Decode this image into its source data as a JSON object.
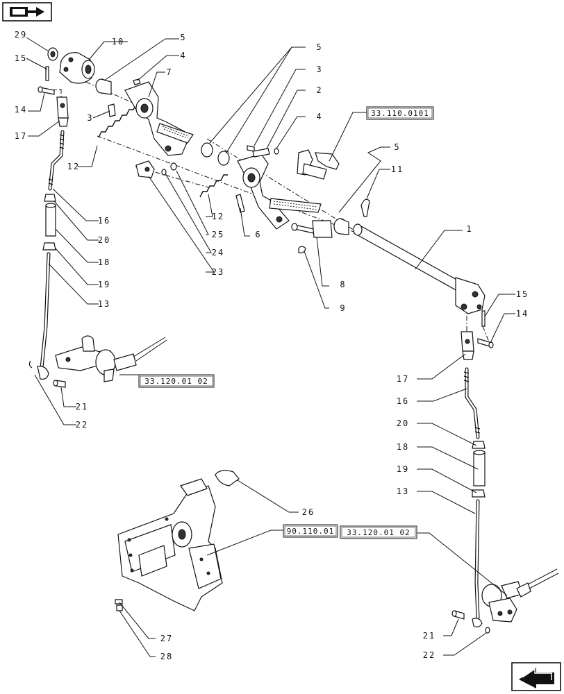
{
  "callouts": [
    {
      "id": "c29",
      "label": "29"
    },
    {
      "id": "c10",
      "label": "10"
    },
    {
      "id": "c5a",
      "label": "5"
    },
    {
      "id": "c4a",
      "label": "4"
    },
    {
      "id": "c15a",
      "label": "15"
    },
    {
      "id": "c7",
      "label": "7"
    },
    {
      "id": "c3a",
      "label": "3"
    },
    {
      "id": "c14a",
      "label": "14"
    },
    {
      "id": "c17a",
      "label": "17"
    },
    {
      "id": "c12a",
      "label": "12"
    },
    {
      "id": "c5b",
      "label": "5"
    },
    {
      "id": "c3b",
      "label": "3"
    },
    {
      "id": "c2",
      "label": "2"
    },
    {
      "id": "c4b",
      "label": "4"
    },
    {
      "id": "c5c",
      "label": "5"
    },
    {
      "id": "c11",
      "label": "11"
    },
    {
      "id": "c12b",
      "label": "12"
    },
    {
      "id": "c25",
      "label": "25"
    },
    {
      "id": "c24",
      "label": "24"
    },
    {
      "id": "c23",
      "label": "23"
    },
    {
      "id": "c6",
      "label": "6"
    },
    {
      "id": "c8",
      "label": "8"
    },
    {
      "id": "c9",
      "label": "9"
    },
    {
      "id": "c1",
      "label": "1"
    },
    {
      "id": "c16a",
      "label": "16"
    },
    {
      "id": "c20a",
      "label": "20"
    },
    {
      "id": "c18a",
      "label": "18"
    },
    {
      "id": "c19a",
      "label": "19"
    },
    {
      "id": "c13a",
      "label": "13"
    },
    {
      "id": "c21a",
      "label": "21"
    },
    {
      "id": "c22a",
      "label": "22"
    },
    {
      "id": "c15b",
      "label": "15"
    },
    {
      "id": "c14b",
      "label": "14"
    },
    {
      "id": "c17b",
      "label": "17"
    },
    {
      "id": "c16b",
      "label": "16"
    },
    {
      "id": "c20b",
      "label": "20"
    },
    {
      "id": "c18b",
      "label": "18"
    },
    {
      "id": "c19b",
      "label": "19"
    },
    {
      "id": "c13b",
      "label": "13"
    },
    {
      "id": "c26",
      "label": "26"
    },
    {
      "id": "c27",
      "label": "27"
    },
    {
      "id": "c28",
      "label": "28"
    },
    {
      "id": "c21b",
      "label": "21"
    },
    {
      "id": "c22b",
      "label": "22"
    }
  ],
  "references": [
    {
      "id": "r1",
      "label": "33.110.0101"
    },
    {
      "id": "r2",
      "label": "33.120.01 02"
    },
    {
      "id": "r3",
      "label": "90.110.01"
    },
    {
      "id": "r4",
      "label": "33.120.01 02"
    }
  ],
  "icons": {
    "top_left": "book-arrow-icon",
    "bottom_right": "next-page-arrow-icon"
  }
}
